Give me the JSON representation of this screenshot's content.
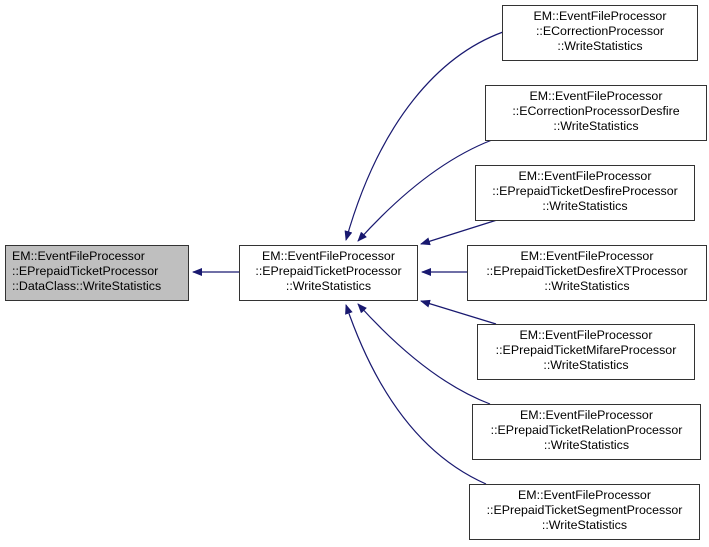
{
  "diagram": {
    "type": "doxygen-caller-graph",
    "edge_color": "#191970",
    "current_node_fill": "#bfbfbf",
    "nodes": [
      {
        "id": "dataclass",
        "lines": [
          "EM::EventFileProcessor",
          "::EPrepaidTicketProcessor",
          "::DataClass::WriteStatistics"
        ],
        "highlighted": true
      },
      {
        "id": "eprepaid",
        "lines": [
          "EM::EventFileProcessor",
          "::EPrepaidTicketProcessor",
          "::WriteStatistics"
        ]
      },
      {
        "id": "ecorrection",
        "lines": [
          "EM::EventFileProcessor",
          "::ECorrectionProcessor",
          "::WriteStatistics"
        ]
      },
      {
        "id": "ecorrection-desfire",
        "lines": [
          "EM::EventFileProcessor",
          "::ECorrectionProcessorDesfire",
          "::WriteStatistics"
        ]
      },
      {
        "id": "eprepaid-desfire",
        "lines": [
          "EM::EventFileProcessor",
          "::EPrepaidTicketDesfireProcessor",
          "::WriteStatistics"
        ]
      },
      {
        "id": "eprepaid-desfirext",
        "lines": [
          "EM::EventFileProcessor",
          "::EPrepaidTicketDesfireXTProcessor",
          "::WriteStatistics"
        ]
      },
      {
        "id": "eprepaid-mifare",
        "lines": [
          "EM::EventFileProcessor",
          "::EPrepaidTicketMifareProcessor",
          "::WriteStatistics"
        ]
      },
      {
        "id": "eprepaid-relation",
        "lines": [
          "EM::EventFileProcessor",
          "::EPrepaidTicketRelationProcessor",
          "::WriteStatistics"
        ]
      },
      {
        "id": "eprepaid-segment",
        "lines": [
          "EM::EventFileProcessor",
          "::EPrepaidTicketSegmentProcessor",
          "::WriteStatistics"
        ]
      }
    ],
    "edges": [
      {
        "from": "eprepaid",
        "to": "dataclass"
      },
      {
        "from": "ecorrection",
        "to": "eprepaid"
      },
      {
        "from": "ecorrection-desfire",
        "to": "eprepaid"
      },
      {
        "from": "eprepaid-desfire",
        "to": "eprepaid"
      },
      {
        "from": "eprepaid-desfirext",
        "to": "eprepaid"
      },
      {
        "from": "eprepaid-mifare",
        "to": "eprepaid"
      },
      {
        "from": "eprepaid-relation",
        "to": "eprepaid"
      },
      {
        "from": "eprepaid-segment",
        "to": "eprepaid"
      }
    ]
  }
}
